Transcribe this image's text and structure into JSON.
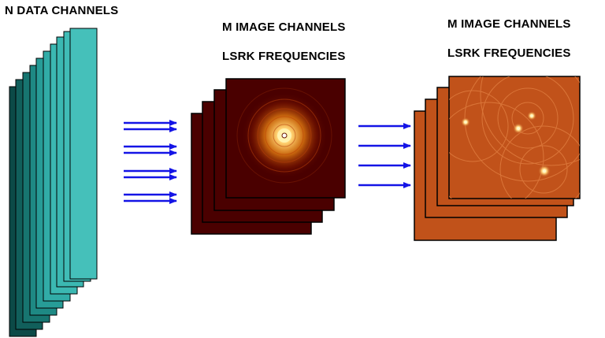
{
  "labels": {
    "data_channels": "N  DATA CHANNELS",
    "image_channels_1": "M  IMAGE CHANNELS",
    "lsrk_1": "LSRK  FREQUENCIES",
    "image_channels_2": "M  IMAGE CHANNELS",
    "lsrk_2": "LSRK FREQUENCIES"
  },
  "colors": {
    "data_stack": [
      "#0c4a47",
      "#115f5b",
      "#177570",
      "#1e8984",
      "#279c97",
      "#31aca7",
      "#3bb8b2",
      "#45c0ba"
    ],
    "dirty_bg": "#4a0000",
    "dirty_glow_core": "#fff3b0",
    "dirty_glow_mid": "#e07a10",
    "clean_bg": "#c1521a",
    "clean_ring": "#e8894a",
    "source": "#fff8c8",
    "arrow": "#1414e6",
    "frame_stroke": "#000000"
  }
}
